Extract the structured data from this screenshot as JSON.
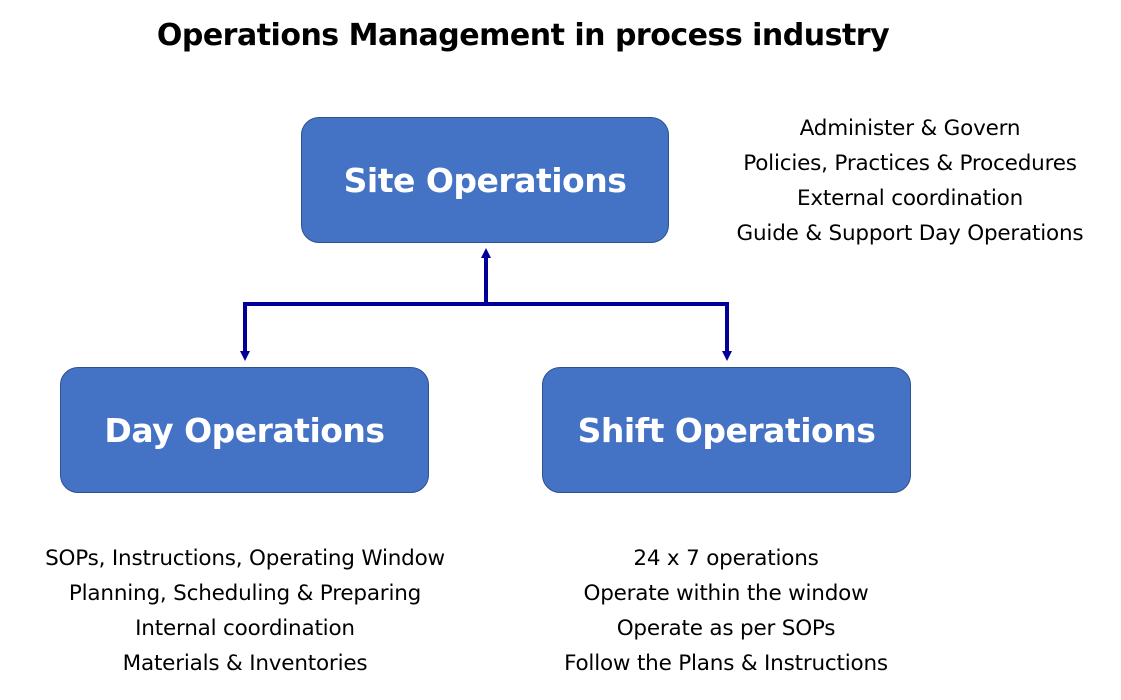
{
  "title": "Operations Management in process industry",
  "colors": {
    "box_fill": "#4472c4",
    "box_border": "#2f528f",
    "connector": "#000099",
    "box_text": "#ffffff"
  },
  "nodes": {
    "site": {
      "label": "Site Operations",
      "notes": [
        "Administer & Govern",
        "Policies, Practices & Procedures",
        "External coordination",
        "Guide & Support Day Operations"
      ]
    },
    "day": {
      "label": "Day Operations",
      "notes": [
        "SOPs, Instructions, Operating Window",
        "Planning, Scheduling & Preparing",
        "Internal coordination",
        "Materials & Inventories"
      ]
    },
    "shift": {
      "label": "Shift Operations",
      "notes": [
        "24 x 7 operations",
        "Operate within the window",
        "Operate as per SOPs",
        "Follow the Plans & Instructions"
      ]
    }
  }
}
